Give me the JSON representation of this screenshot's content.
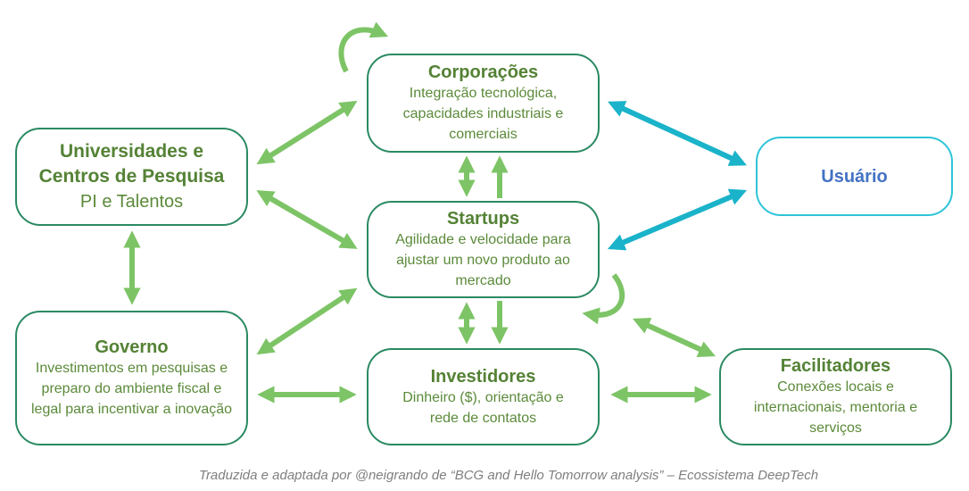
{
  "colors": {
    "green_arrow": "#7dc466",
    "blue_arrow": "#1ab3c9",
    "border": "#2a8a62",
    "title": "#548235",
    "user": "#4472c4"
  },
  "nodes": {
    "universidades": {
      "title": "Universidades e Centros de Pesquisa",
      "desc": "PI e Talentos"
    },
    "corporacoes": {
      "title": "Corporações",
      "desc": "Integração tecnológica, capacidades industriais e comerciais"
    },
    "usuario": {
      "title": "Usuário"
    },
    "startups": {
      "title": "Startups",
      "desc": "Agilidade e velocidade para ajustar um novo produto ao mercado"
    },
    "governo": {
      "title": "Governo",
      "desc": "Investimentos em pesquisas e preparo do ambiente fiscal e legal para incentivar a inovação"
    },
    "investidores": {
      "title": "Investidores",
      "desc": "Dinheiro ($), orientação e rede de contatos"
    },
    "facilitadores": {
      "title": "Facilitadores",
      "desc": "Conexões locais e internacionais, mentoria e serviços"
    }
  },
  "caption": "Traduzida e adaptada por @neigrando de “BCG and Hello Tomorrow analysis” – Ecossistema DeepTech"
}
